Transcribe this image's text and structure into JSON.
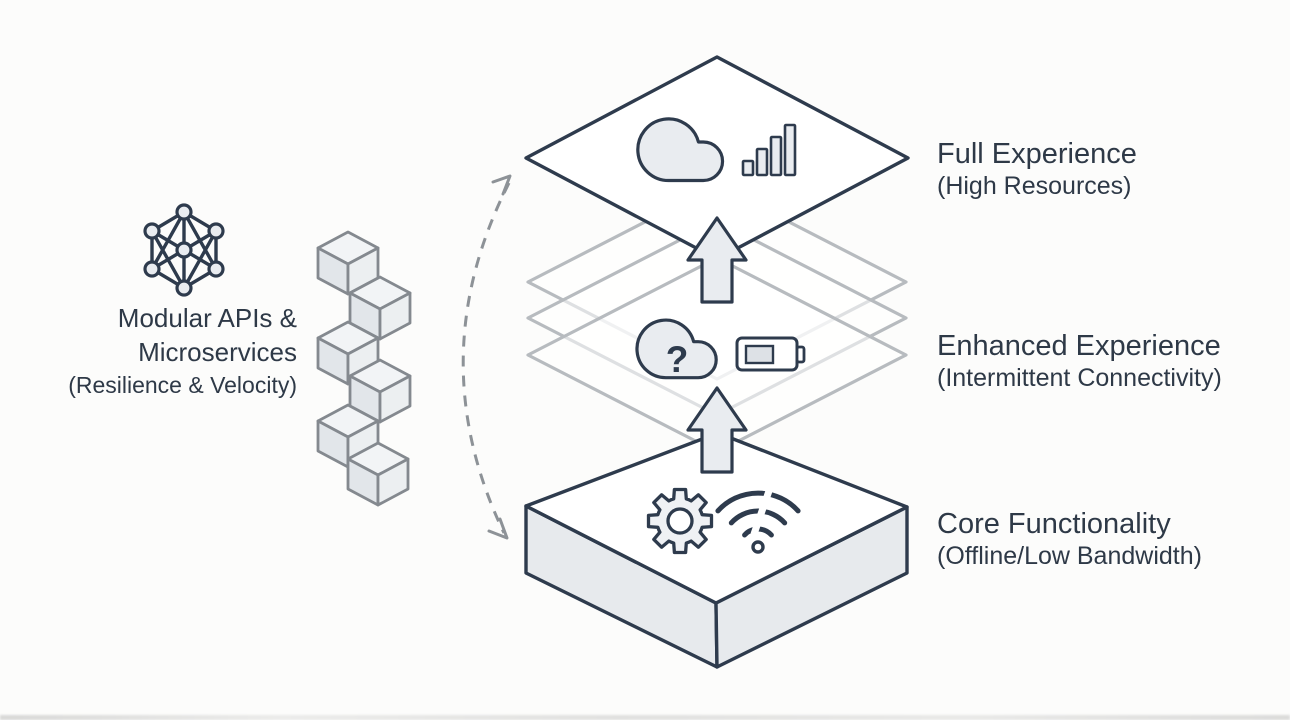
{
  "left_module": {
    "icon": "network-mesh",
    "line1": "Modular APIs &",
    "line2": "Microservices",
    "line3": "(Resilience & Velocity)"
  },
  "tiers": [
    {
      "title": "Full Experience",
      "subtitle": "(High Resources)",
      "icons": [
        "cloud",
        "signal-bars"
      ]
    },
    {
      "title": "Enhanced Experience",
      "subtitle": "(Intermittent Connectivity)",
      "icons": [
        "cloud-question",
        "battery"
      ]
    },
    {
      "title": "Core Functionality",
      "subtitle": "(Offline/Low Bandwidth)",
      "icons": [
        "gear",
        "wifi-offline"
      ]
    }
  ],
  "glyphs": {
    "question_mark": "?"
  },
  "colors": {
    "background": "#fcfcfb",
    "outline_dark": "#2e3b4d",
    "fill_light": "#e9ecf0",
    "layer_gray": "#b7bbbf",
    "cube_stroke": "#84898f",
    "dashed_arrow": "#8d9297",
    "slab_side": "#e7eaed",
    "text": "#2e3947"
  }
}
